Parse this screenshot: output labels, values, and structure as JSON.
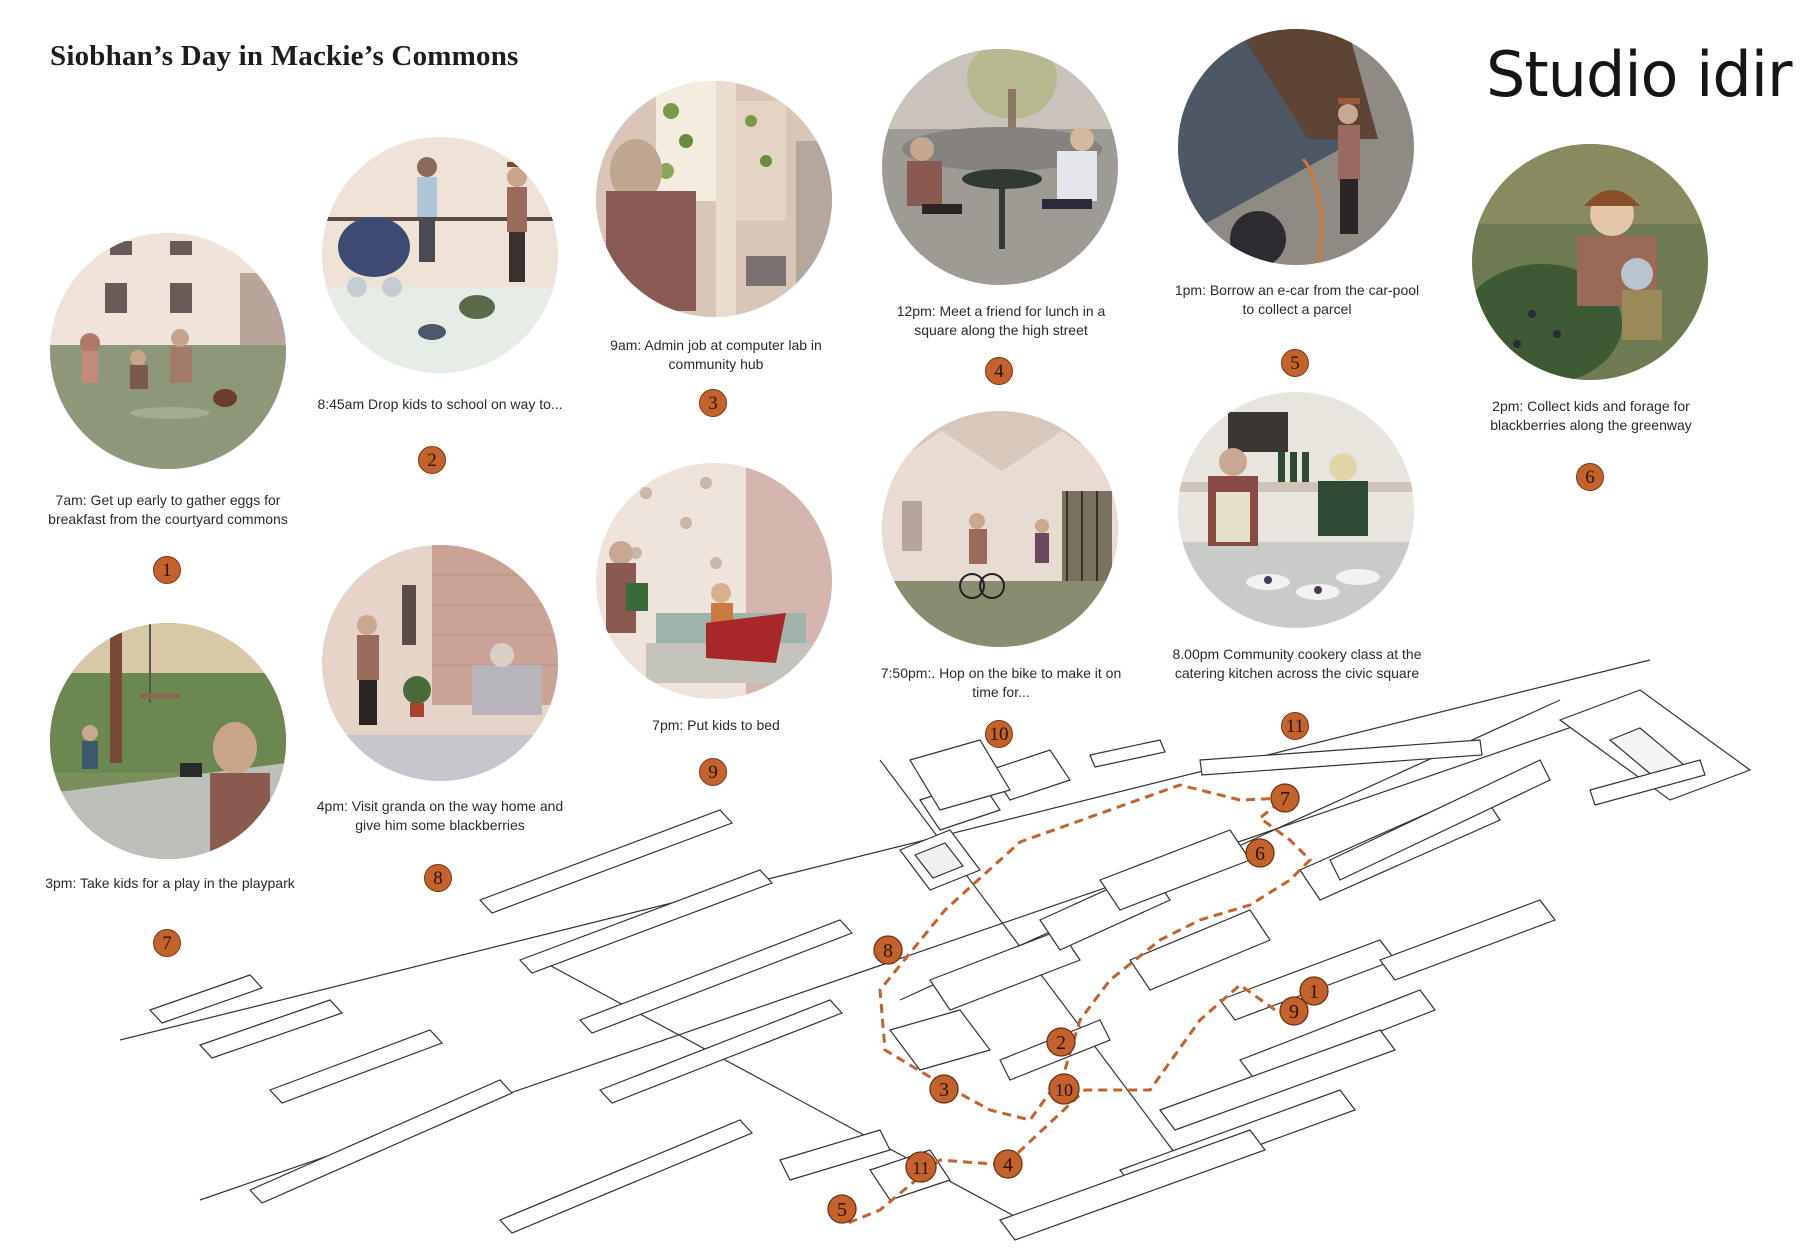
{
  "header": {
    "title": "Siobhan’s Day in Mackie’s Commons",
    "brand": "Studio idir"
  },
  "steps": [
    {
      "number": "1",
      "caption": "7am: Get up early to gather eggs for breakfast from the courtyard commons"
    },
    {
      "number": "2",
      "caption": "8:45am Drop kids to school on way to..."
    },
    {
      "number": "3",
      "caption": "9am: Admin job at computer lab in community hub"
    },
    {
      "number": "4",
      "caption": "12pm: Meet a friend for lunch in a square along the high street"
    },
    {
      "number": "5",
      "caption": "1pm: Borrow an e-car from the car-pool to collect a parcel"
    },
    {
      "number": "6",
      "caption": "2pm: Collect kids and forage for blackberries along the greenway"
    },
    {
      "number": "7",
      "caption": "3pm: Take kids for a play in the playpark"
    },
    {
      "number": "8",
      "caption": "4pm: Visit granda on the way home and give him some blackberries"
    },
    {
      "number": "9",
      "caption": "7pm: Put kids to bed"
    },
    {
      "number": "10",
      "caption": "7:50pm:. Hop on the bike to make it on time for..."
    },
    {
      "number": "11",
      "caption": "8.00pm Community cookery class at the catering kitchen across the civic square"
    }
  ],
  "map_markers": [
    "7",
    "6",
    "8",
    "1",
    "9",
    "2",
    "3",
    "10",
    "4",
    "11",
    "5"
  ],
  "colors": {
    "marker": "#c4622b",
    "route": "#c4622b",
    "linework": "#333333"
  }
}
